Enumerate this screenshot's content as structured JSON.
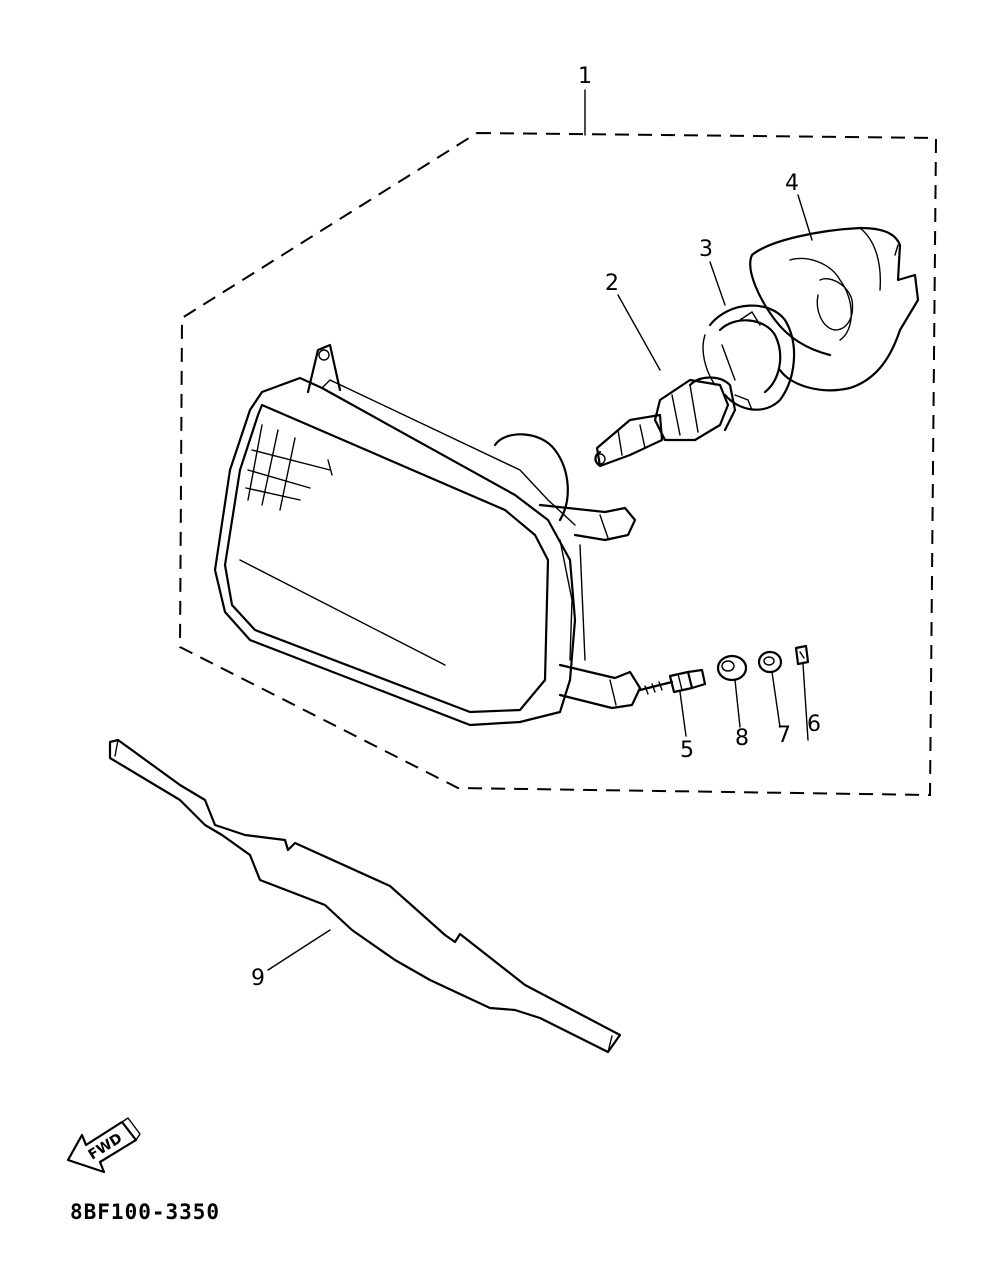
{
  "callouts": {
    "c1": "1",
    "c2": "2",
    "c3": "3",
    "c4": "4",
    "c5": "5",
    "c6": "6",
    "c7": "7",
    "c8": "8",
    "c9": "9"
  },
  "fwd_label": "FWD",
  "diagram_code": "8BF100-3350"
}
